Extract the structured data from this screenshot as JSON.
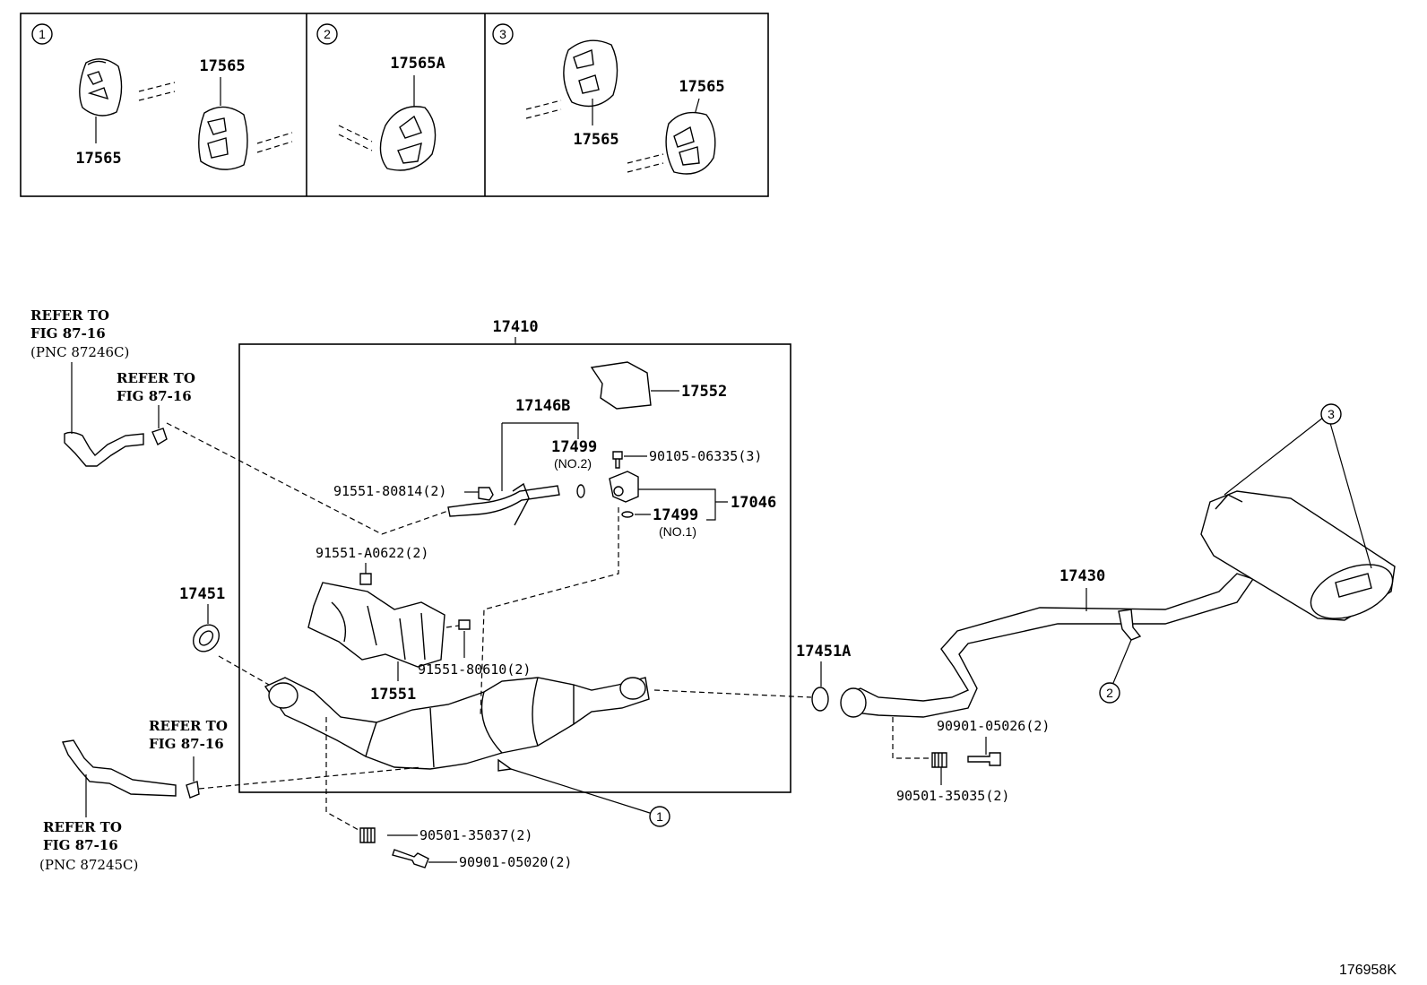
{
  "detail_boxes": {
    "box1": {
      "index": "1",
      "labels": [
        "17565",
        "17565"
      ]
    },
    "box2": {
      "index": "2",
      "labels": [
        "17565A"
      ]
    },
    "box3": {
      "index": "3",
      "labels": [
        "17565",
        "17565"
      ]
    }
  },
  "assembly": {
    "label": "17410"
  },
  "parts": {
    "p17552": "17552",
    "p17146B": "17146B",
    "p17499_no2": "17499",
    "p17499_no2_note": "(NO.2)",
    "p90105": "90105-06335(3)",
    "p91551_80814": "91551-80814(2)",
    "p17046": "17046",
    "p17499_no1": "17499",
    "p17499_no1_note": "(NO.1)",
    "p91551_A0622": "91551-A0622(2)",
    "p17451": "17451",
    "p91551_80610": "91551-80610(2)",
    "p17551": "17551",
    "p17451A": "17451A",
    "p17430": "17430",
    "p90901_05026": "90901-05026(2)",
    "p90501_35035": "90501-35035(2)",
    "p90501_35037": "90501-35037(2)",
    "p90901_05020": "90901-05020(2)"
  },
  "refs": {
    "ref_top_left": [
      "REFER TO",
      "FIG 87-16",
      "(PNC 87246C)"
    ],
    "ref_top_mid": [
      "REFER TO",
      "FIG 87-16"
    ],
    "ref_bot_mid": [
      "REFER TO",
      "FIG 87-16"
    ],
    "ref_bot_left": [
      "REFER TO",
      "FIG 87-16",
      "(PNC 87245C)"
    ]
  },
  "callouts": {
    "c1": "1",
    "c2": "2",
    "c3": "3"
  },
  "figure_id": "176958K"
}
